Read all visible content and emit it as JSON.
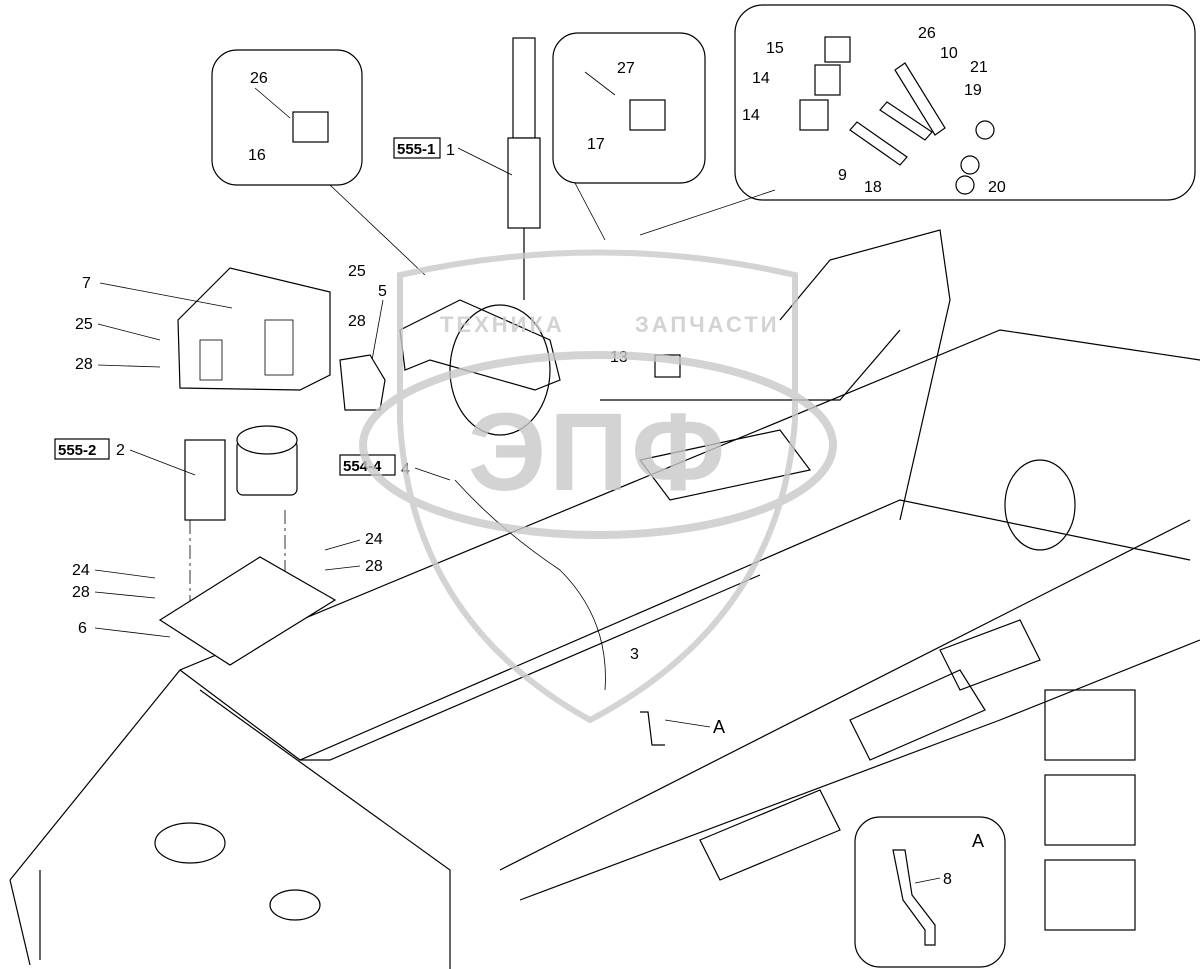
{
  "watermark": {
    "left": "ТЕХНИКА",
    "right": "ЗАПЧАСТИ",
    "logo": "ЭПФ"
  },
  "refs": {
    "r5551": "555-1",
    "r5552": "555-2",
    "r5544": "554-4"
  },
  "callout_16": {
    "bolt": "26",
    "block": "16"
  },
  "callout_17": {
    "bolt": "27",
    "block": "17"
  },
  "callout_rods": {
    "l15": "15",
    "l26": "26",
    "l10": "10",
    "l21": "21",
    "l14a": "14",
    "l19": "19",
    "l14b": "14",
    "l9": "9",
    "l18": "18",
    "l20": "20"
  },
  "labels": {
    "l1": "1",
    "l2": "2",
    "l3": "3",
    "l4": "4",
    "l5": "5",
    "l6": "6",
    "l7": "7",
    "l13": "13",
    "l25a": "25",
    "l28a": "28",
    "l25b": "25",
    "l28b": "28",
    "l24a": "24",
    "l28c": "28",
    "l24b": "24",
    "l28d": "28",
    "lA": "A"
  },
  "detail_a": {
    "title": "A",
    "l8": "8"
  }
}
